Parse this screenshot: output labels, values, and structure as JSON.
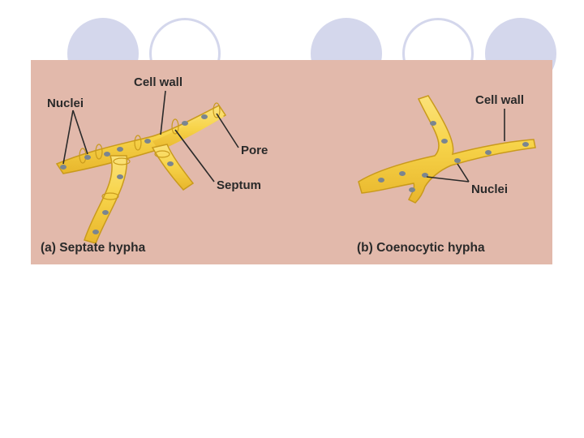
{
  "septate": {
    "caption": "(a) Septate hypha",
    "labels": {
      "nuclei": "Nuclei",
      "cell_wall": "Cell wall",
      "pore": "Pore",
      "septum": "Septum"
    }
  },
  "coenocytic": {
    "caption": "(b) Coenocytic hypha",
    "labels": {
      "cell_wall": "Cell wall",
      "nuclei": "Nuclei"
    }
  },
  "colors": {
    "panel": "#e2b9ab",
    "hypha_fill": "#f7d44a",
    "hypha_edge": "#c99a1c",
    "nucleus": "#7a8590",
    "circle": "#d4d7ec"
  }
}
